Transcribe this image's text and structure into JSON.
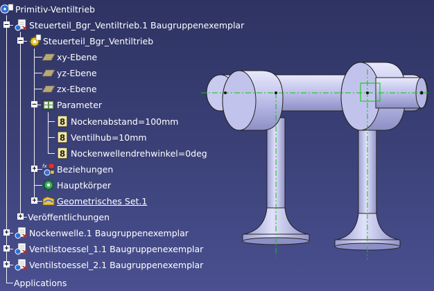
{
  "tree": {
    "root": "Primitiv-Ventiltrieb",
    "product_instance": "Steuerteil_Bgr_Ventiltrieb.1 Baugruppenexemplar",
    "part": "Steuerteil_Bgr_Ventiltrieb",
    "planes": [
      "xy-Ebene",
      "yz-Ebene",
      "zx-Ebene"
    ],
    "parameters": "Parameter",
    "params": [
      "Nockenabstand=100mm",
      "Ventilhub=10mm",
      "Nockenwellendrehwinkel=0deg"
    ],
    "relations": "Beziehungen",
    "body": "Hauptkörper",
    "geoset": "Geometrisches Set.1",
    "publications": "Veröffentlichungen",
    "instances": [
      "Nockenwelle.1 Baugruppenexemplar",
      "Ventilstoessel_1.1 Baugruppenexemplar",
      "Ventilstoessel_2.1 Baugruppenexemplar"
    ],
    "applications": "Applications"
  },
  "colors": {
    "background_top": "#2e3363",
    "background_bottom": "#4a5090",
    "part_fill": "#bfc0ea",
    "axis_line": "#00cc00"
  }
}
